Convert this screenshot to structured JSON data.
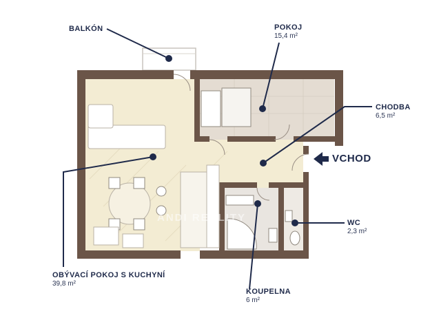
{
  "rooms": {
    "balkon": {
      "title": "BALKÓN",
      "area": ""
    },
    "pokoj": {
      "title": "POKOJ",
      "area": "15,4 m²"
    },
    "chodba": {
      "title": "CHODBA",
      "area": "6,5 m²"
    },
    "obyvaci": {
      "title": "OBÝVACÍ POKOJ S KUCHYNÍ",
      "area": "39,8 m²"
    },
    "koupelna": {
      "title": "KOUPELNA",
      "area": "6 m²"
    },
    "wc": {
      "title": "WC",
      "area": "2,3 m²"
    }
  },
  "entrance": {
    "label": "VCHOD"
  },
  "watermark": {
    "text": "ANDI REALITY"
  },
  "colors": {
    "wall": "#6b5548",
    "floor_living": "#f3ecd3",
    "floor_tile": "#e4dcd2",
    "leader": "#1f2a4a",
    "accent": "#1f2a4a"
  }
}
